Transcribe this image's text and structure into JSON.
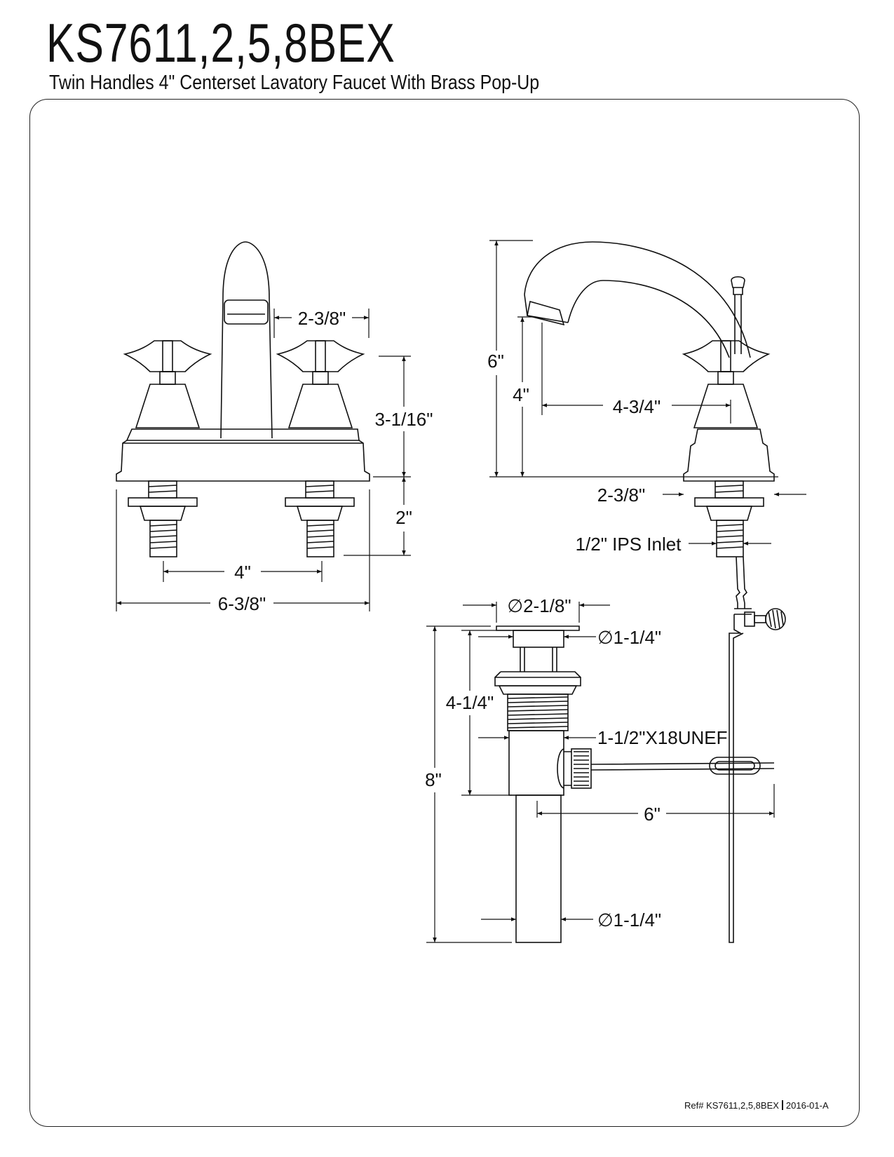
{
  "header": {
    "model": "KS7611,2,5,8BEX",
    "description": "Twin Handles 4\" Centerset Lavatory Faucet With Brass Pop-Up"
  },
  "front_view": {
    "dims": {
      "handle_spacing_width": "2-3/8\"",
      "handle_height": "3-1/16\"",
      "shank_length": "2\"",
      "center_spacing": "4\"",
      "overall_width": "6-3/8\""
    }
  },
  "side_view": {
    "dims": {
      "overall_height": "6\"",
      "spout_height": "4\"",
      "spout_reach": "4-3/4\"",
      "base_depth": "2-3/8\"",
      "inlet": "1/2\" IPS Inlet"
    }
  },
  "drain_view": {
    "dims": {
      "flange_diameter": "2-1/8\"",
      "stopper_diameter": "1-1/4\"",
      "body_height": "4-1/4\"",
      "overall_length": "8\"",
      "thread_spec": "1-1/2\"X18UNEF",
      "lift_rod_length": "6\"",
      "tailpiece_diameter": "1-1/4\""
    }
  },
  "footer": {
    "ref_label": "Ref# KS7611,2,5,8BEX",
    "revision": "2016-01-A"
  },
  "symbols": {
    "diameter": "∅"
  }
}
